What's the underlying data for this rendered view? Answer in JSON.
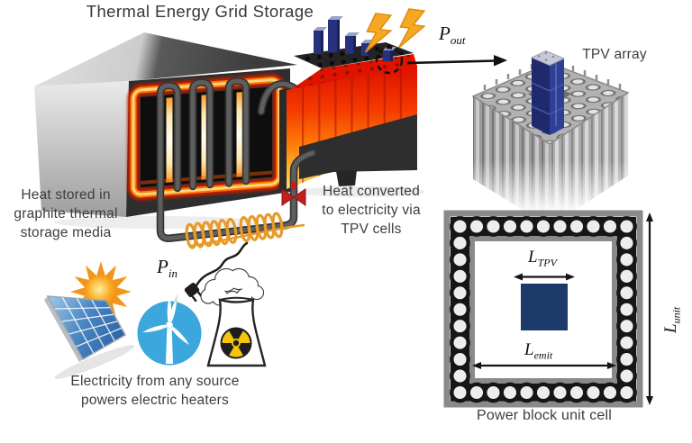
{
  "title": "Thermal Energy Grid Storage",
  "captions": {
    "storage": "Heat stored in\ngraphite thermal\nstorage media",
    "power_block": "Heat converted\nto electricity via\nTPV cells",
    "sources": "Electricity from any source\npowers electric heaters",
    "tpv_array": "TPV array",
    "unit_cell": "Power block unit cell"
  },
  "math_labels": {
    "p_in": {
      "base": "P",
      "sub": "in"
    },
    "p_out": {
      "base": "P",
      "sub": "out"
    },
    "l_tpv": {
      "base": "L",
      "sub": "TPV"
    },
    "l_emit": {
      "base": "L",
      "sub": "emit"
    },
    "l_unit": {
      "base": "L",
      "sub": "unit"
    }
  },
  "icons": {
    "lightning_bolts": "two yellow bolts",
    "sun": "sun with rays",
    "solar_panel": "blue PV panel",
    "wind_turbine": "white turbine in blue circle",
    "nuclear_plant": "cooling tower with radiation symbol and steam cloud",
    "power_plug": "two-prong plug with cord",
    "valve": "red pipe valve",
    "dashed_circle": "dashed highlight circle"
  },
  "colors": {
    "tpv_blue": "#1d3a6b",
    "wind_blue": "#3ba7dc",
    "bolt_yellow": "#f7a823",
    "coil_orange": "#e79a28",
    "glow_red": "#e01400",
    "pipe_gray": "#4e4e4e",
    "text_gray": "#3d3d3d"
  }
}
